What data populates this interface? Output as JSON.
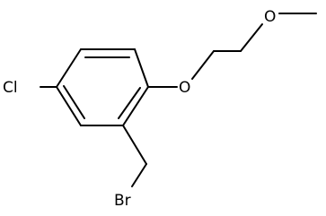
{
  "molecule": {
    "atoms": {
      "cl": "Cl",
      "o_ether": "O",
      "o_methoxy": "O",
      "br": "Br"
    }
  }
}
